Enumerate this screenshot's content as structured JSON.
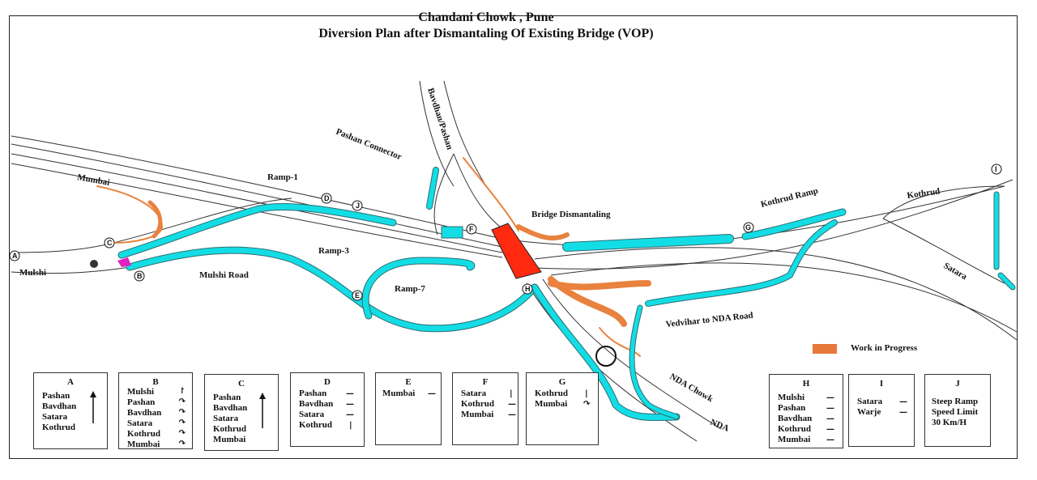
{
  "title": {
    "line1": "Chandani Chowk , Pune",
    "line2": "Diversion Plan after Dismantaling Of Existing Bridge (VOP)"
  },
  "map_labels": {
    "mumbai": "Mumbai",
    "mulshi": "Mulshi",
    "ramp1": "Ramp-1",
    "ramp3": "Ramp-3",
    "ramp7": "Ramp-7",
    "mulshi_road": "Mulshi Road",
    "pashan_connector": "Pashan Connector",
    "bavdhan_pashan": "Bavdhan/Pashan",
    "bridge_dismantaling": "Bridge Dismantaling",
    "kothrud_ramp": "Kothrud Ramp",
    "kothrud": "Kothrud",
    "satara": "Satara",
    "vedvihar": "Vedvihar to NDA Road",
    "nda_chowk": "NDA Chowk",
    "nda": "NDA"
  },
  "points": [
    "A",
    "B",
    "C",
    "D",
    "E",
    "F",
    "G",
    "H",
    "I",
    "J"
  ],
  "legend": {
    "label": "Work in Progress",
    "color": "#e8773a"
  },
  "colors": {
    "diversion_route": "#13dde4",
    "work_in_progress": "#e8823e",
    "bridge_dismantaling": "#ff2a10",
    "highlight_b": "#e020c0"
  },
  "boxes": [
    {
      "heading": "A",
      "rows": [
        "Pashan",
        "Bavdhan",
        "Satara",
        "Kothrud"
      ]
    },
    {
      "heading": "B",
      "rows": [
        "Mulshi",
        "Pashan",
        "Bavdhan",
        "Satara",
        "Kothrud",
        "Mumbai"
      ]
    },
    {
      "heading": "C",
      "rows": [
        "Pashan",
        "Bavdhan",
        "Satara",
        "Kothrud",
        "Mumbai"
      ]
    },
    {
      "heading": "D",
      "rows": [
        "Pashan",
        "Bavdhan",
        "Satara",
        "Kothrud"
      ]
    },
    {
      "heading": "E",
      "rows": [
        "Mumbai"
      ]
    },
    {
      "heading": "F",
      "rows": [
        "Satara",
        "Kothrud",
        "Mumbai"
      ]
    },
    {
      "heading": "G",
      "rows": [
        "Kothrud",
        "Mumbai"
      ]
    },
    {
      "heading": "H",
      "rows": [
        "Mulshi",
        "Pashan",
        "Bavdhan",
        "Kothrud",
        "Mumbai"
      ]
    },
    {
      "heading": "I",
      "rows": [
        "Satara",
        "Warje"
      ]
    },
    {
      "heading": "J",
      "rows": [
        "Steep Ramp",
        "Speed Limit",
        "30 Km/H"
      ]
    }
  ]
}
